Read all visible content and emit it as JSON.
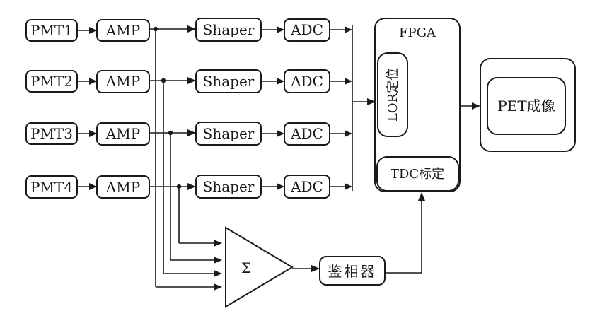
{
  "diagram": {
    "pmts": [
      "PMT1",
      "PMT2",
      "PMT3",
      "PMT4"
    ],
    "amp_label": "AMP",
    "shaper_label": "Shaper",
    "adc_label": "ADC",
    "fpga": {
      "title": "FPGA",
      "lor_label": "LOR定位",
      "tdc_label": "TDC标定"
    },
    "sum_symbol": "Σ",
    "phase_detector_label": "鉴相器",
    "pet_label": "PET成像"
  }
}
